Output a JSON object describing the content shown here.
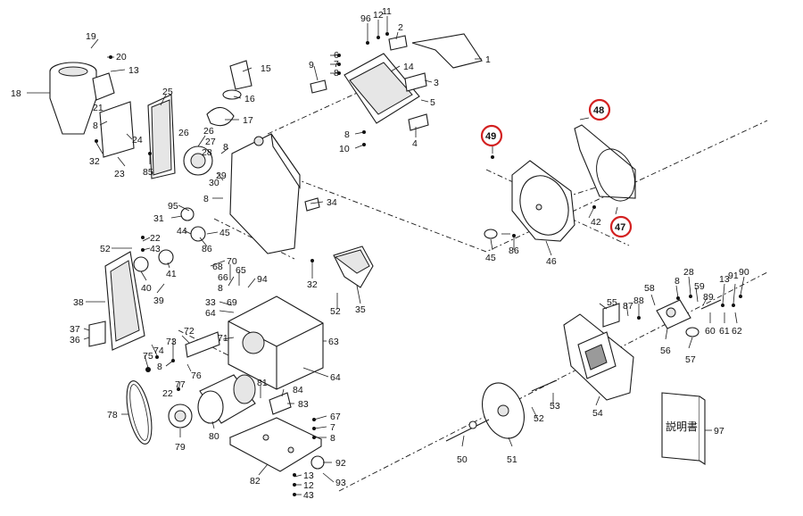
{
  "manual_title": "説明書",
  "labels": {
    "p1": "1",
    "p2": "2",
    "p3": "3",
    "p4": "4",
    "p5": "5",
    "p6": "6",
    "p7": "7",
    "p8": "8",
    "p9": "9",
    "p10": "10",
    "p11": "11",
    "p12": "12",
    "p13": "13",
    "p14": "14",
    "p15": "15",
    "p16": "16",
    "p17": "17",
    "p18": "18",
    "p19": "19",
    "p20": "20",
    "p21": "21",
    "p22": "22",
    "p23": "23",
    "p24": "24",
    "p25": "25",
    "p26": "26",
    "p27": "27",
    "p28": "28",
    "p29": "29",
    "p30": "30",
    "p31": "31",
    "p32": "32",
    "p33": "33",
    "p34": "34",
    "p35": "35",
    "p36": "36",
    "p37": "37",
    "p38": "38",
    "p39": "39",
    "p40": "40",
    "p41": "41",
    "p42": "42",
    "p43": "43",
    "p44": "44",
    "p45": "45",
    "p46": "46",
    "p47": "47",
    "p48": "48",
    "p49": "49",
    "p50": "50",
    "p51": "51",
    "p52": "52",
    "p53": "53",
    "p54": "54",
    "p55": "55",
    "p56": "56",
    "p57": "57",
    "p58": "58",
    "p59": "59",
    "p60": "60",
    "p61": "61",
    "p62": "62",
    "p63": "63",
    "p64": "64",
    "p65": "65",
    "p66": "66",
    "p67": "67",
    "p68": "68",
    "p69": "69",
    "p70": "70",
    "p71": "71",
    "p72": "72",
    "p73": "73",
    "p74": "74",
    "p75": "75",
    "p76": "76",
    "p77": "77",
    "p78": "78",
    "p79": "79",
    "p80": "80",
    "p81": "81",
    "p82": "82",
    "p83": "83",
    "p84": "84",
    "p85": "85",
    "p86": "86",
    "p87": "87",
    "p88": "88",
    "p89": "89",
    "p90": "90",
    "p91": "91",
    "p92": "92",
    "p93": "93",
    "p94": "94",
    "p95": "95",
    "p96": "96",
    "p97": "97"
  },
  "highlighted_parts": [
    "48",
    "49",
    "47"
  ],
  "highlight_color": "#d32020"
}
